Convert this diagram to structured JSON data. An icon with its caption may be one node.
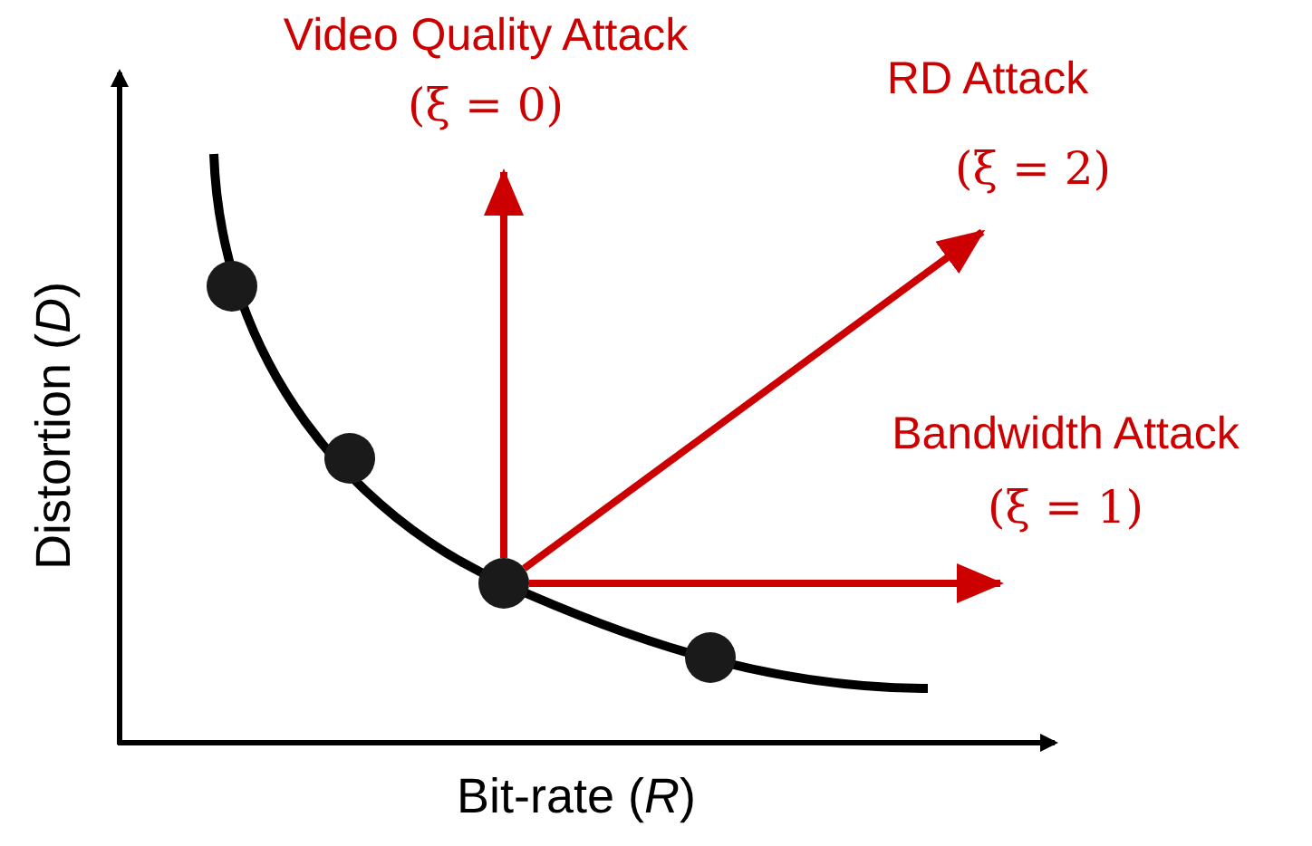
{
  "diagram": {
    "nodes": [
      {
        "text": [],
        "shape": "circle"
      },
      {
        "text": [],
        "shape": "circle"
      },
      {
        "text": [],
        "shape": "circle"
      },
      {
        "text": [],
        "shape": "circle"
      }
    ],
    "edges": [
      {
        "from": 2,
        "to": null,
        "arrow": "to"
      },
      {
        "from": 2,
        "to": null,
        "arrow": "to"
      },
      {
        "from": 2,
        "to": null,
        "arrow": "to"
      }
    ],
    "labels": [
      "Video Quality Attack",
      "(ξ = 0)",
      "RD Attack",
      "(ξ = 2)",
      "Bandwidth Attack",
      "(ξ = 1)",
      "Distortion (*D*)",
      "Bit-rate (*R*)"
    ]
  }
}
